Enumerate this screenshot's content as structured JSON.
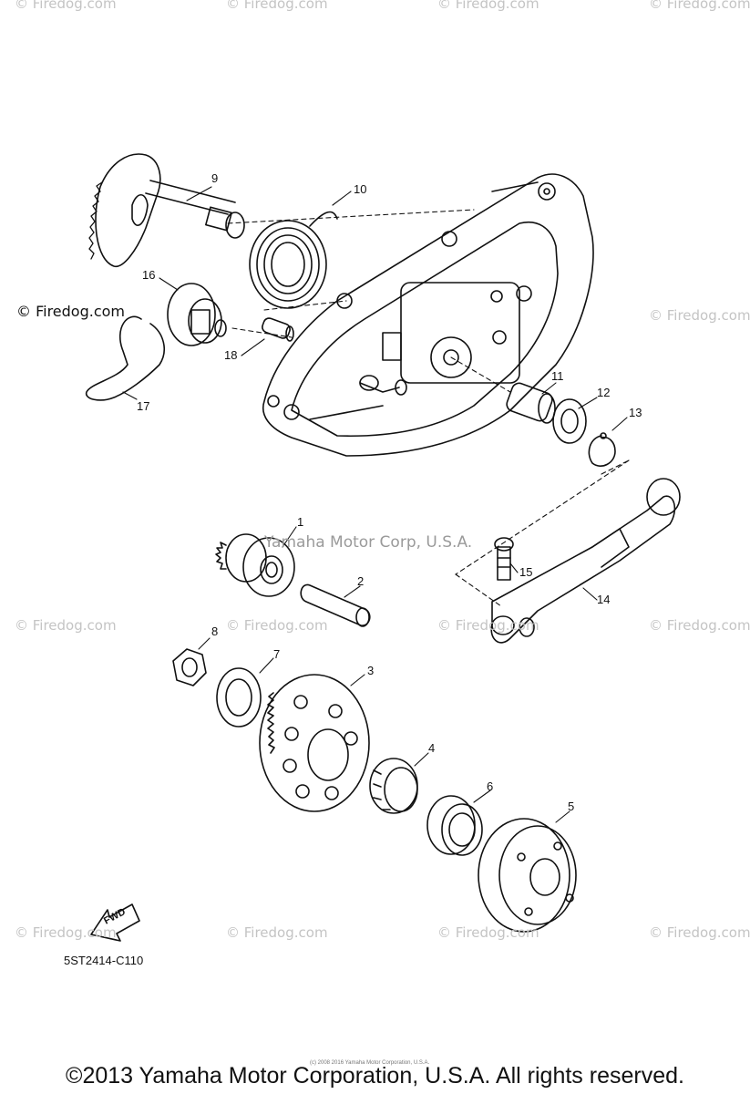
{
  "watermarks": {
    "text": "© Firedog.com",
    "strong_text": "© Firedog.com",
    "center_text": "Yamaha Motor Corp, U.S.A."
  },
  "callouts": {
    "c1": "1",
    "c2": "2",
    "c3": "3",
    "c4": "4",
    "c5": "5",
    "c6": "6",
    "c7": "7",
    "c8": "8",
    "c9": "9",
    "c10": "10",
    "c11": "11",
    "c12": "12",
    "c13": "13",
    "c14": "14",
    "c15": "15",
    "c16": "16",
    "c17": "17",
    "c18": "18"
  },
  "fwd_label": "FWD",
  "diagram_code": "5ST2414-C110",
  "tiny_notice": "(c) 2008 2016 Yamaha Motor Corporation, U.S.A.",
  "copyright": "©2013 Yamaha Motor Corporation, U.S.A. All rights reserved."
}
